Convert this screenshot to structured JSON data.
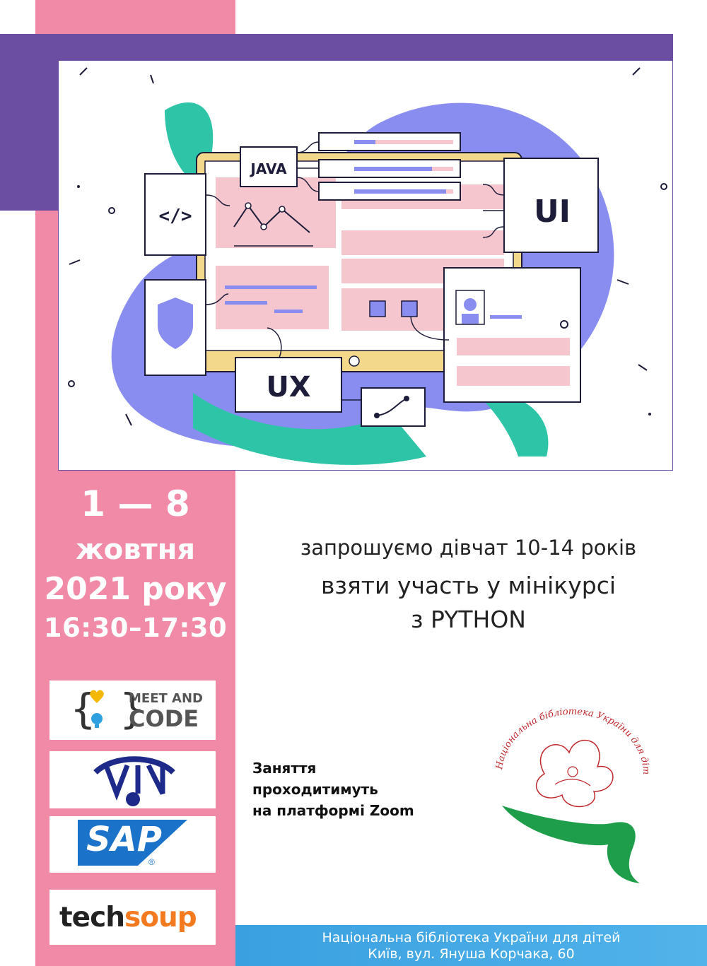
{
  "illustration": {
    "java_label": "JAVA",
    "ui_label": "UI",
    "ux_label": "UX",
    "code_label": "</>"
  },
  "event": {
    "date_range": "1 — 8",
    "month": "жовтня",
    "year": "2021 року",
    "time": "16:30–17:30"
  },
  "invitation": {
    "line1": "запрошуємо дівчат 10-14 років",
    "line2": "взяти участь у мінікурсі",
    "line3": "з PYTHON"
  },
  "zoom_note": {
    "line1": "Заняття",
    "line2": "проходитимуть",
    "line3": "на платформі Zoom"
  },
  "partners": {
    "meet_and_code_line1": "MEET AND",
    "meet_and_code_line2": "CODE",
    "sap": "SAP",
    "sap_reg": "®",
    "techsoup_1": "tech",
    "techsoup_2": "soup"
  },
  "library_logo_text": "Національна бібліотека України для дітей",
  "footer": {
    "line1": "Національна бібліотека України для дітей",
    "line2": "Київ, вул. Януша Корчака, 60"
  },
  "colors": {
    "pink": "#f08aa7",
    "purple": "#6b4ea1",
    "footer_blue": "#3aa0e0",
    "library_red": "#c0282d",
    "library_green": "#1e9e4a"
  }
}
